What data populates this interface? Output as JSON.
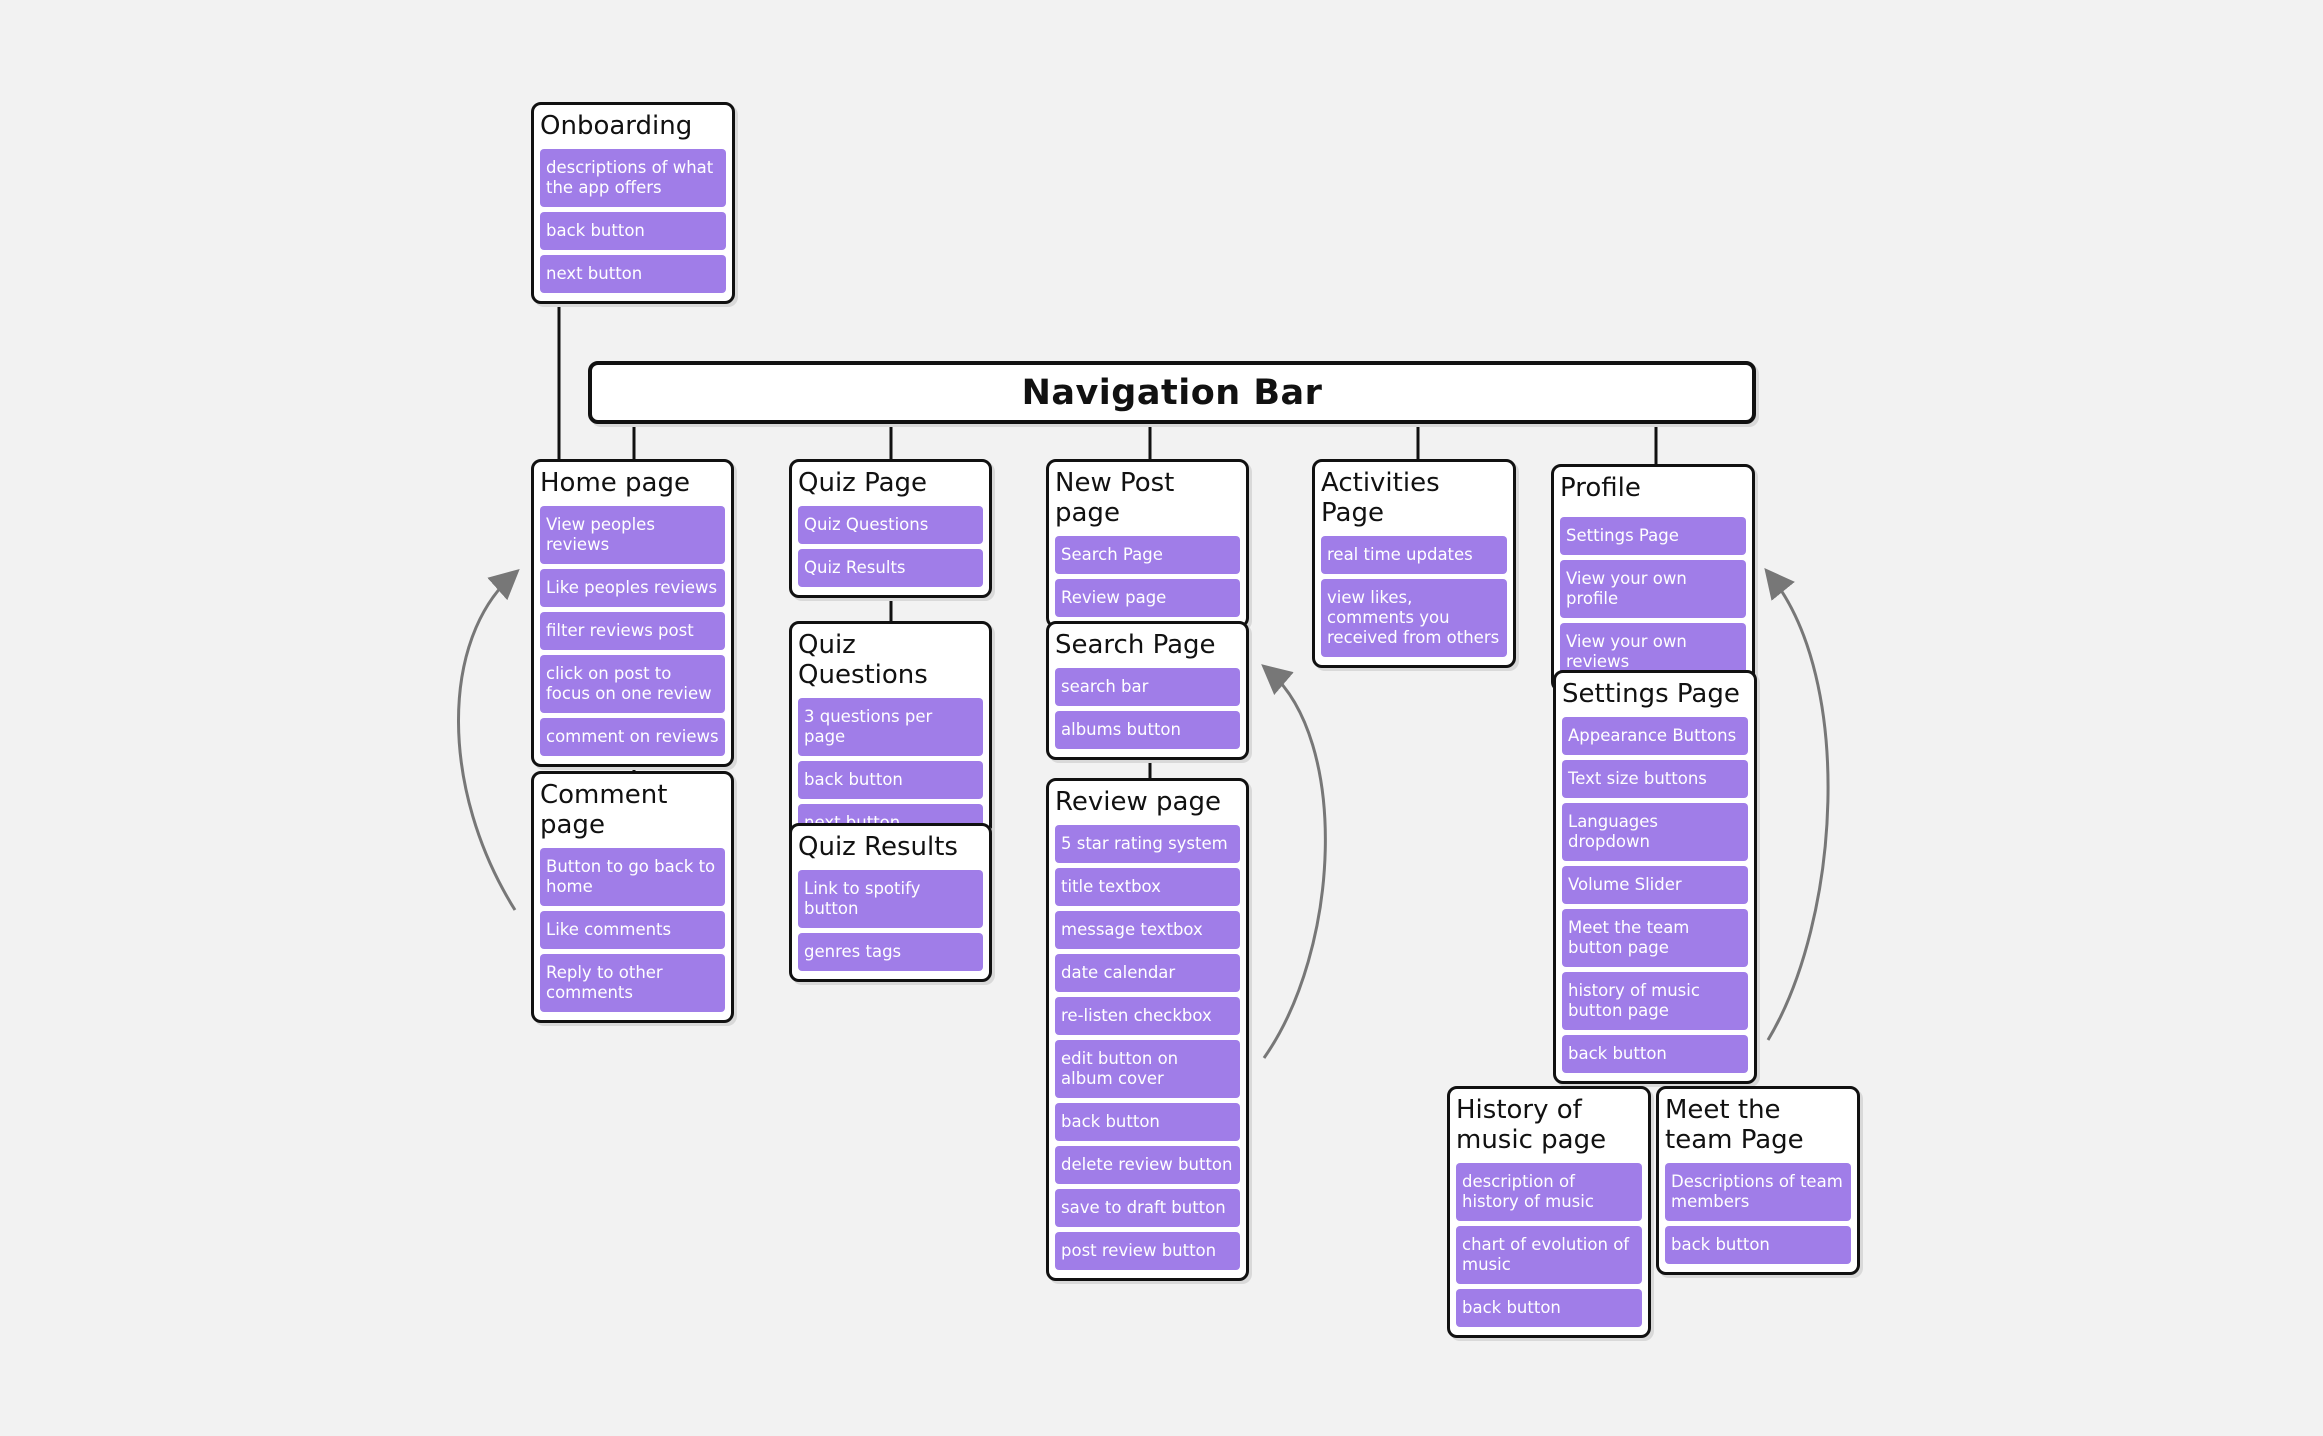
{
  "colors": {
    "item_fill": "#a07de8",
    "border": "#111111",
    "background": "#f2f2f2",
    "arrow": "#777777"
  },
  "nav_bar": {
    "label": "Navigation Bar"
  },
  "cards": {
    "onboarding": {
      "title": "Onboarding",
      "items": [
        "descriptions of what the app offers",
        "back button",
        "next button"
      ]
    },
    "home": {
      "title": "Home page",
      "items": [
        "View peoples reviews",
        "Like peoples reviews",
        "filter reviews post",
        "click on post to focus on one review",
        "comment on reviews"
      ]
    },
    "comment": {
      "title": "Comment page",
      "items": [
        "Button to go back to home",
        "Like comments",
        "Reply to other comments"
      ]
    },
    "quiz": {
      "title": "Quiz Page",
      "items": [
        "Quiz Questions",
        "Quiz Results"
      ]
    },
    "quiz_questions": {
      "title": "Quiz Questions",
      "items": [
        "3 questions per page",
        "back button",
        "next button"
      ]
    },
    "quiz_results": {
      "title": "Quiz Results",
      "items": [
        "Link to spotify button",
        "genres tags"
      ]
    },
    "new_post": {
      "title": "New Post page",
      "items": [
        "Search Page",
        "Review page"
      ]
    },
    "search": {
      "title": "Search Page",
      "items": [
        "search bar",
        "albums button"
      ]
    },
    "review": {
      "title": "Review page",
      "items": [
        "5 star rating system",
        "title textbox",
        "message textbox",
        "date calendar",
        "re-listen checkbox",
        "edit button on album cover",
        "back button",
        "delete review button",
        "save to draft button",
        "post review button"
      ]
    },
    "activities": {
      "title": "Activities Page",
      "items": [
        "real time updates",
        "view likes, comments you received from others"
      ]
    },
    "profile": {
      "title": "Profile",
      "items": [
        "Settings Page",
        "View your own profile",
        "View your own reviews"
      ]
    },
    "settings": {
      "title": "Settings Page",
      "items": [
        "Appearance Buttons",
        "Text size buttons",
        "Languages dropdown",
        "Volume Slider",
        "Meet the team button page",
        "history of music button page",
        "back button"
      ]
    },
    "history": {
      "title": "History of music page",
      "items": [
        "description of history of music",
        "chart of evolution of music",
        "back button"
      ]
    },
    "team": {
      "title": "Meet the team Page",
      "items": [
        "Descriptions of team members",
        "back button"
      ]
    }
  }
}
